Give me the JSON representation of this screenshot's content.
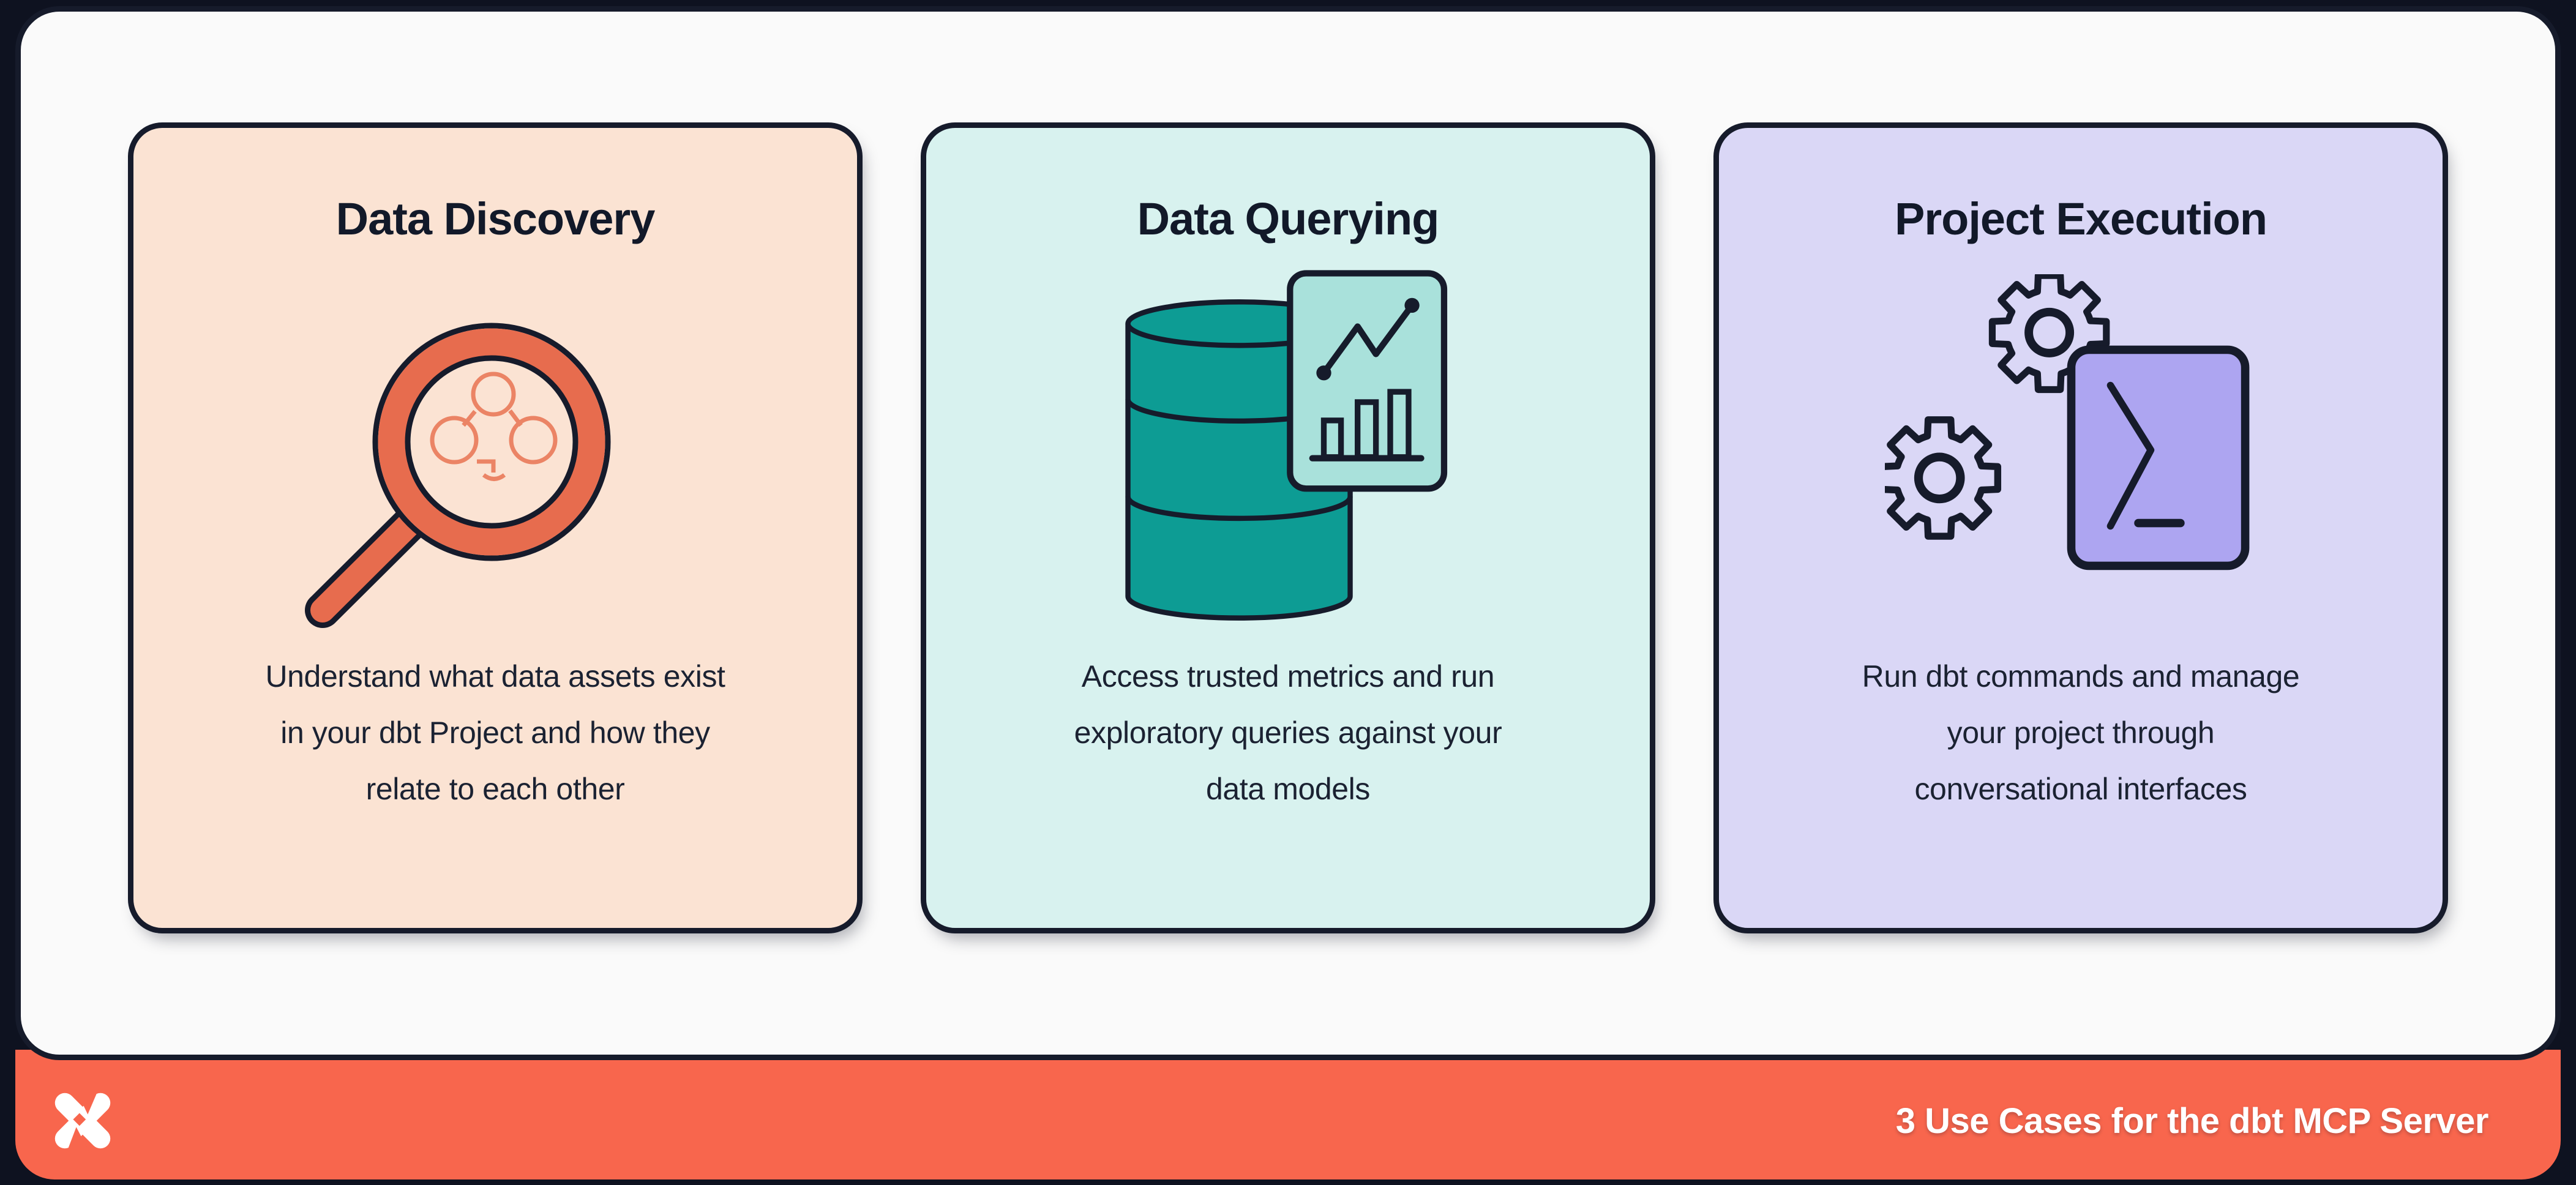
{
  "page": {
    "background_color": "#0E1220",
    "panel_color": "#FAFAFA",
    "outline_color": "#161B2B"
  },
  "cards": [
    {
      "title": "Data Discovery",
      "lines": [
        "Understand what data assets exist",
        "in your dbt Project and how they",
        "relate to each other"
      ],
      "icon": "magnifying-glass-lineage-icon",
      "background": "#FBE3D3",
      "accent": "#E76C4E"
    },
    {
      "title": "Data Querying",
      "lines": [
        "Access trusted metrics and run",
        "exploratory queries against your",
        "data models"
      ],
      "icon": "database-report-icon",
      "background": "#D8F2EF",
      "accent": "#0D9C94"
    },
    {
      "title": "Project Execution",
      "lines": [
        "Run dbt commands and manage",
        "your project through",
        "conversational interfaces"
      ],
      "icon": "gears-terminal-icon",
      "background": "#DAD7F6",
      "accent": "#ADA5F1"
    }
  ],
  "footer": {
    "label": "3 Use Cases for the dbt MCP Server",
    "logo": "dbt-logo",
    "background": "#F8664D",
    "text_color": "#FFFFFF"
  }
}
